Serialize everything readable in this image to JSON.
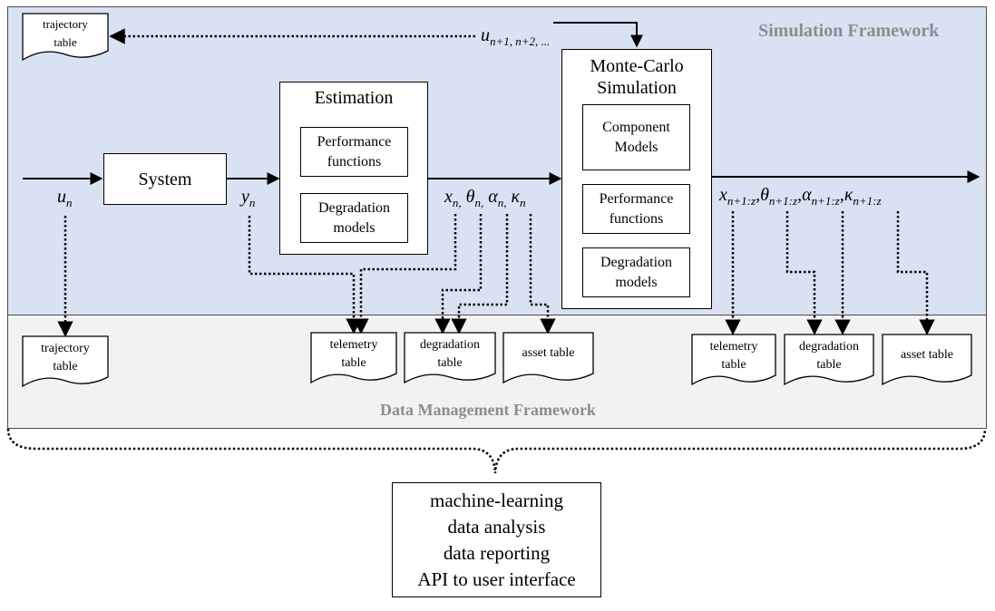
{
  "frameworks": {
    "simulation": "Simulation Framework",
    "data_management": "Data Management Framework"
  },
  "blocks": {
    "system": "System",
    "estimation": {
      "title": "Estimation",
      "performance": [
        "Performance",
        "functions"
      ],
      "degradation": [
        "Degradation",
        "models"
      ]
    },
    "monte_carlo": {
      "title": [
        "Monte-Carlo",
        "Simulation"
      ],
      "component": [
        "Component",
        "Models"
      ],
      "performance": [
        "Performance",
        "functions"
      ],
      "degradation": [
        "Degradation",
        "models"
      ]
    }
  },
  "signals": {
    "u_n": {
      "base": "u",
      "sub": "n"
    },
    "y_n": {
      "base": "y",
      "sub": "n"
    },
    "u_future": {
      "base": "u",
      "sub": "n+1, n+2, ..."
    },
    "state_n": [
      {
        "base": "x",
        "sub": "n,"
      },
      {
        "base": "θ",
        "sub": "n,"
      },
      {
        "base": "α",
        "sub": "n,"
      },
      {
        "base": "κ",
        "sub": "n"
      }
    ],
    "state_future": [
      {
        "base": "x",
        "sub": "n+1:z",
        "sep": ","
      },
      {
        "base": "θ",
        "sub": "n+1:z",
        "sep": ","
      },
      {
        "base": "α",
        "sub": "n+1:z",
        "sep": ","
      },
      {
        "base": "κ",
        "sub": "n+1:z",
        "sep": ""
      }
    ]
  },
  "tables": {
    "trajectory_top": [
      "trajectory",
      "table"
    ],
    "trajectory_bottom": [
      "trajectory",
      "table"
    ],
    "telemetry_1": [
      "telemetry",
      "table"
    ],
    "degradation_1": [
      "degradation",
      "table"
    ],
    "asset_1": [
      "asset table"
    ],
    "telemetry_2": [
      "telemetry",
      "table"
    ],
    "degradation_2": [
      "degradation",
      "table"
    ],
    "asset_2": [
      "asset table"
    ]
  },
  "applications": [
    "machine-learning",
    "data analysis",
    "data reporting",
    "API to user interface"
  ]
}
